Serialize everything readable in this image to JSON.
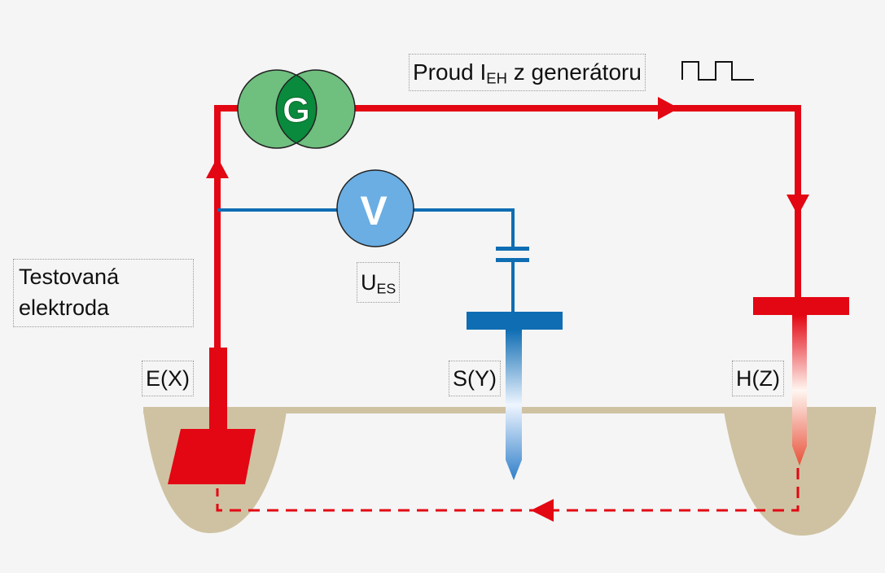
{
  "labels": {
    "current_main": "Proud I",
    "current_sub": "EH",
    "current_tail": " z generátoru",
    "test_electrode_line1": "Testovaná",
    "test_electrode_line2": "elektroda",
    "voltage_main": "U",
    "voltage_sub": "ES",
    "electrode_e": "E(X)",
    "electrode_s": "S(Y)",
    "electrode_h": "H(Z)"
  },
  "symbols": {
    "generator": "G",
    "voltmeter": "V"
  },
  "colors": {
    "current": "#e30613",
    "voltage": "#0f6db3",
    "generator": "#6fbf7f",
    "generator_core": "#0a8a3c",
    "voltmeter": "#6aaee3",
    "soil": "#cfc2a2",
    "background": "#f5f5f5"
  },
  "icons": [
    "square-wave-icon",
    "generator-icon",
    "voltmeter-icon",
    "capacitor-icon"
  ]
}
